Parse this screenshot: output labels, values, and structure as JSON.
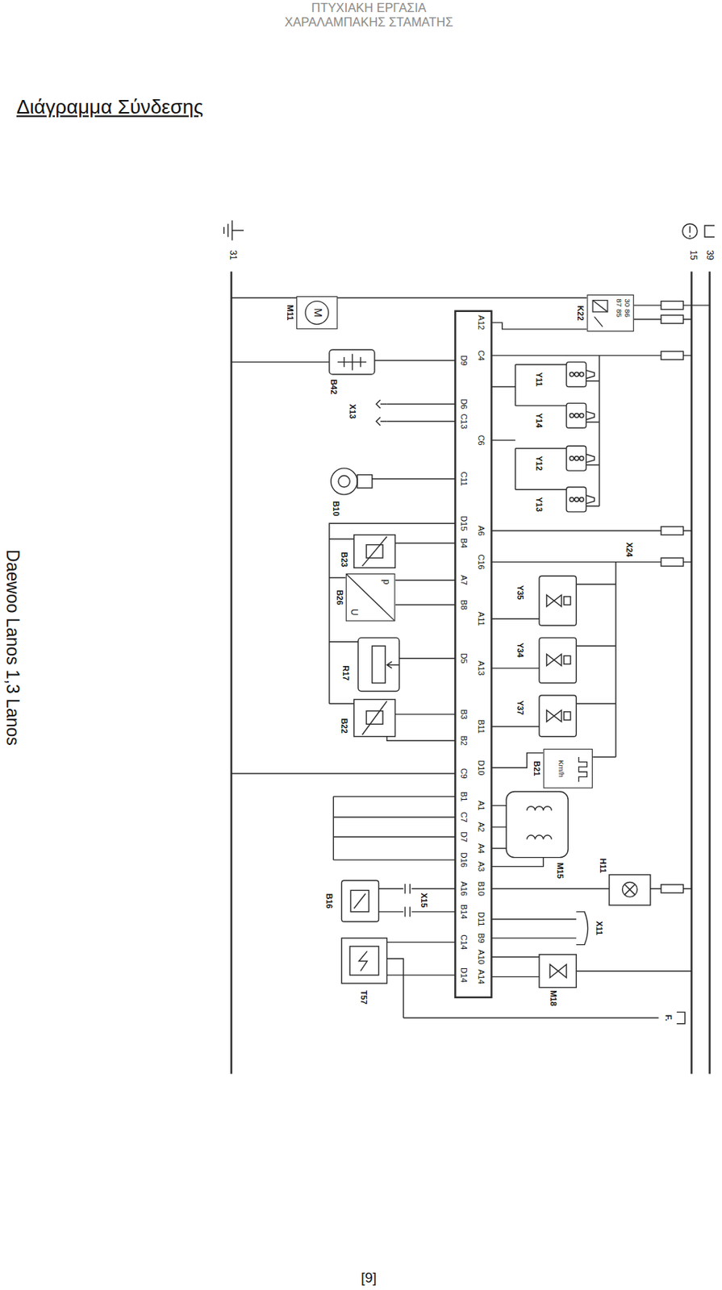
{
  "diagram": {
    "title": "Διάγραμμα Σύνδεσης",
    "caption": "Daewoo Lanos 1,3 Lanos",
    "nodes": [
      {
        "text": [
          "M",
          "M11"
        ]
      },
      {
        "text": [
          "30 86 87 85",
          "K22"
        ]
      },
      {
        "text": [
          "p",
          "U",
          "B26"
        ]
      },
      {
        "text": [
          "Km/h",
          "B21"
        ]
      }
    ],
    "labels": [
      "ΠΤΥΧΙΑΚΗ ΕΡΓΑΣΙΑ",
      "ΧΑΡΑΛΑΜΠΑΚΗΣ ΣΤΑΜΑΤΗΣ",
      "[9]",
      "15",
      "39",
      "31",
      "A12",
      "C4",
      "C6",
      "A6",
      "C16",
      "A11",
      "A13",
      "B11",
      "D10",
      "A1",
      "A2",
      "A4",
      "A3",
      "B10",
      "D11",
      "B9",
      "A10",
      "A14",
      "D9",
      "D6",
      "C13",
      "C11",
      "D15",
      "B4",
      "A7",
      "B8",
      "D5",
      "B3",
      "B2",
      "C9",
      "B1",
      "C7",
      "D7",
      "D16",
      "A16",
      "B14",
      "C14",
      "D14",
      "Y11",
      "Y14",
      "Y12",
      "Y13",
      "X24",
      "Y35",
      "Y34",
      "Y37",
      "M15",
      "H11",
      "X11",
      "M18",
      "F.",
      "B42",
      "X13",
      "B10",
      "B23",
      "R17",
      "B22",
      "X15",
      "B16",
      "T57"
    ]
  }
}
